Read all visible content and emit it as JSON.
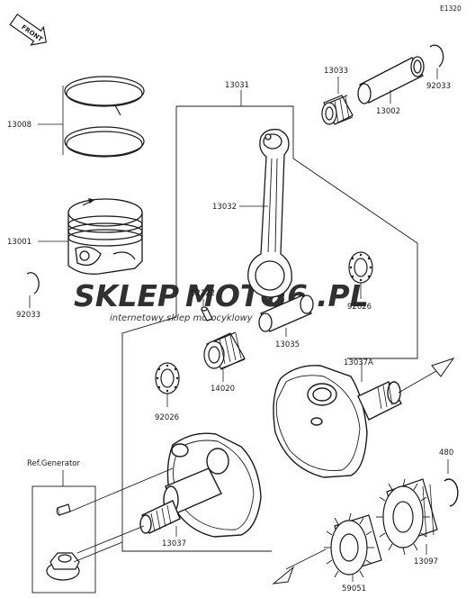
{
  "diagram": {
    "code": "E1320",
    "front_label": "FRONT",
    "ref_label": "Ref.Generator",
    "parts": {
      "p13008": "13008",
      "p13001": "13001",
      "p92033_left": "92033",
      "p13031": "13031",
      "p13032": "13032",
      "p13033": "13033",
      "p13002": "13002",
      "p92033_right": "92033",
      "p92122": "92122",
      "p92026_right": "92026",
      "p13035": "13035",
      "p14020": "14020",
      "p92026_left": "92026",
      "p13037A": "13037A",
      "p480": "480",
      "p13037": "13037",
      "p13097": "13097",
      "p59051": "59051"
    }
  },
  "watermark": {
    "brand_a": "SKLEP",
    "brand_b": "MOTO",
    "brand_c": "86",
    "brand_d": ".PL",
    "tagline": "internetowy sklep motocyklowy"
  },
  "colors": {
    "line": "#1a1a1a",
    "watermark_grey": "#c9c9c9",
    "watermark_red": "#f2a8a8"
  }
}
